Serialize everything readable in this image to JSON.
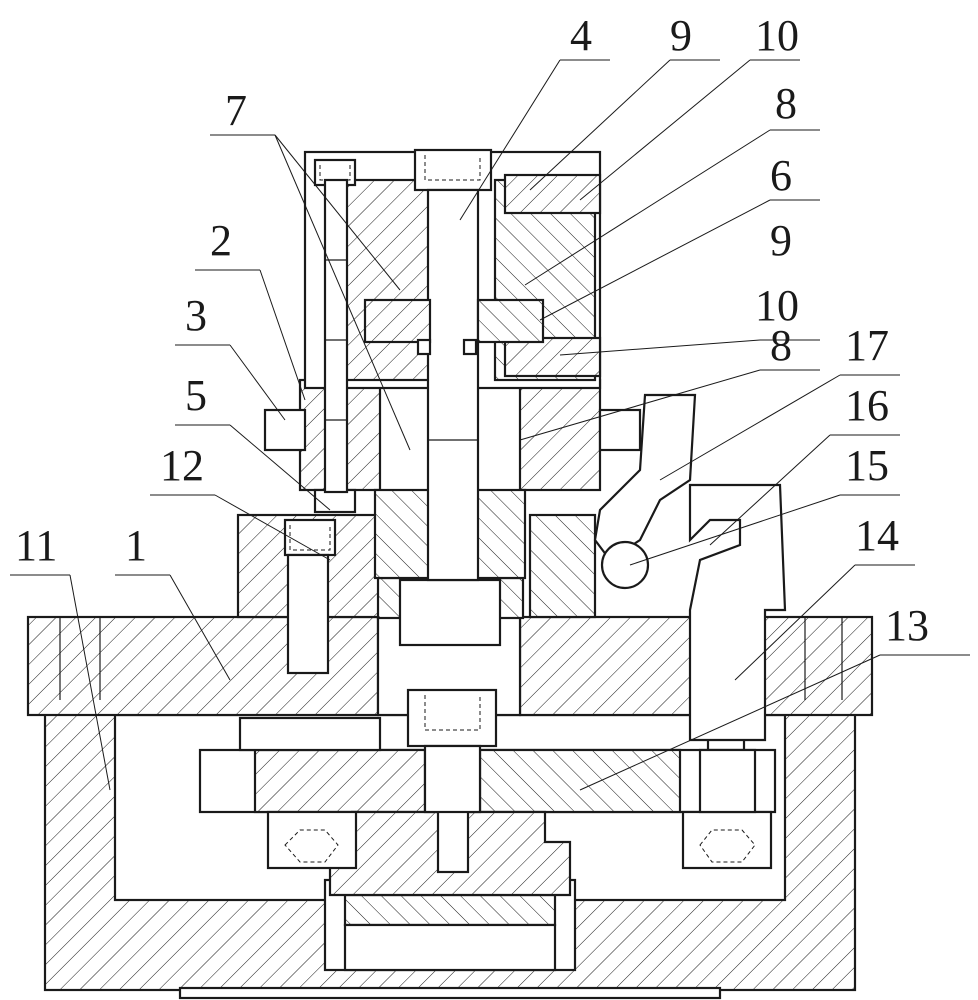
{
  "callouts": [
    "4",
    "9",
    "10",
    "8",
    "7",
    "6",
    "9",
    "10",
    "2",
    "3",
    "8",
    "17",
    "5",
    "16",
    "12",
    "15",
    "11",
    "1",
    "14",
    "13"
  ],
  "colors": {
    "line": "#1a1a1a",
    "background": "#ffffff"
  }
}
